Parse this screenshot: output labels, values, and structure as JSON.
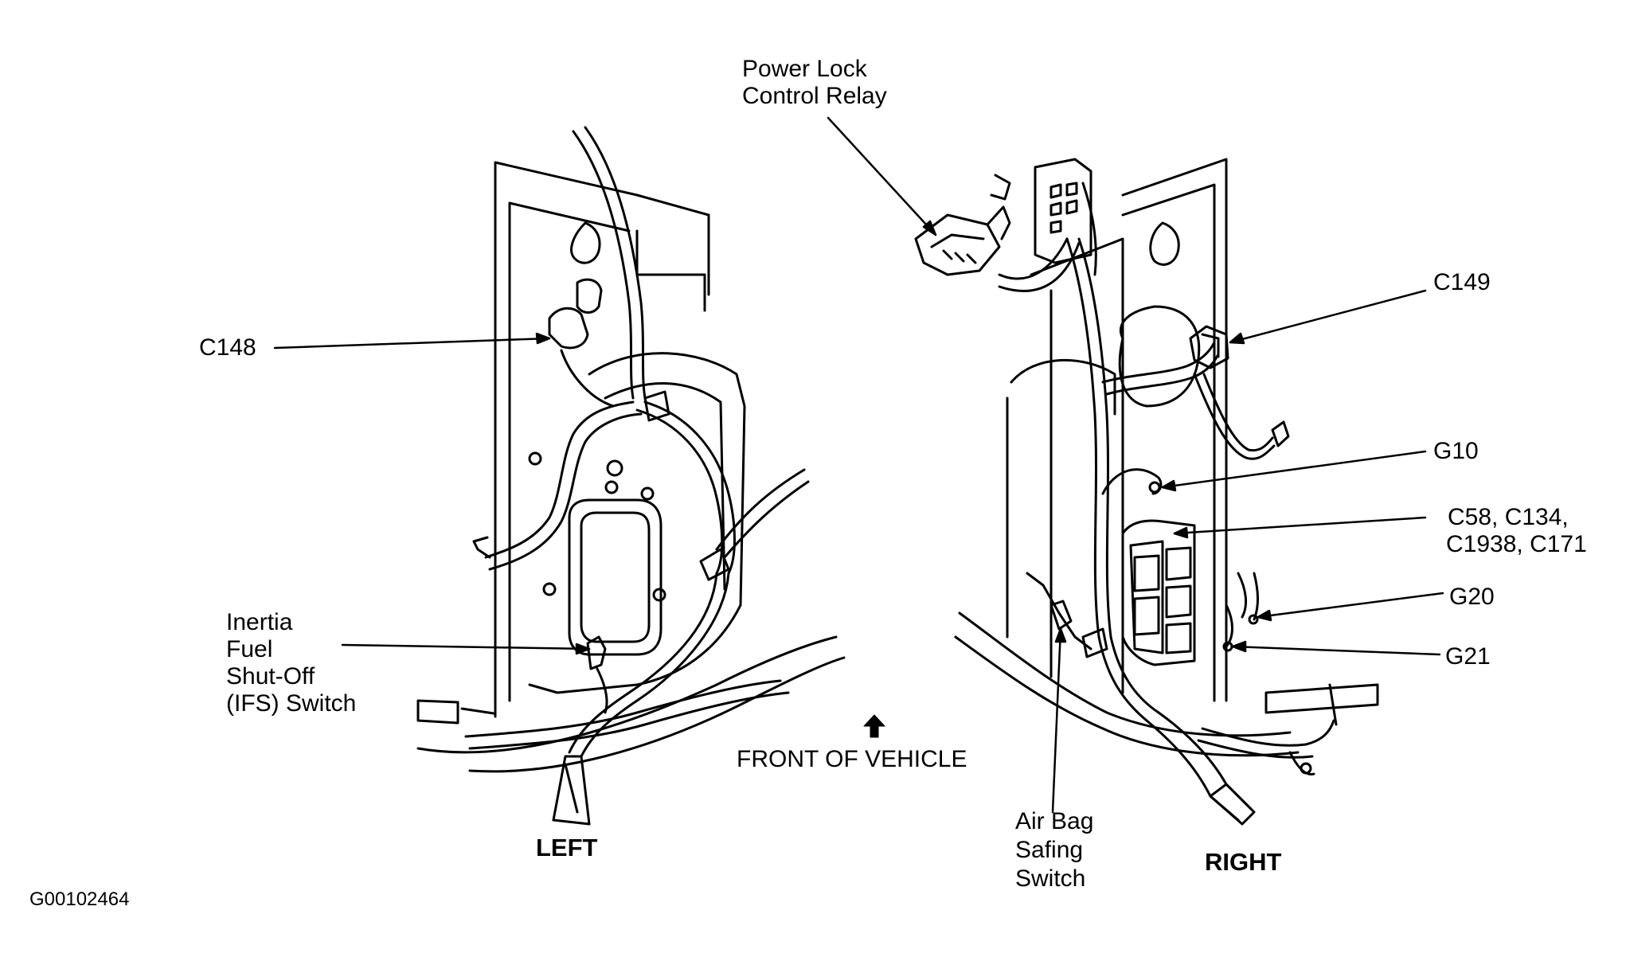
{
  "labels": {
    "power_lock_relay": [
      "Power Lock",
      "Control Relay"
    ],
    "c148": "C148",
    "c149": "C149",
    "g10": "G10",
    "c58_group": [
      "C58, C134,",
      "C1938, C171"
    ],
    "g20": "G20",
    "g21": "G21",
    "ifs_switch": [
      "Inertia",
      "Fuel",
      "Shut-Off",
      "(IFS) Switch"
    ],
    "front_of_vehicle": "FRONT OF VEHICLE",
    "air_bag_switch": [
      "Air Bag",
      "Safing",
      "Switch"
    ],
    "left": "LEFT",
    "right": "RIGHT",
    "figure_id": "G00102464"
  },
  "icons": {
    "front_arrow": "up-arrow-icon"
  }
}
